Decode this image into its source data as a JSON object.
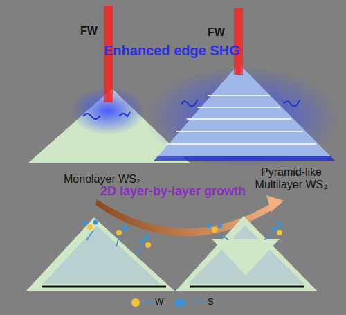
{
  "diagram": {
    "labels": [
      "FW",
      "FW",
      "Enhanced edge SHG",
      "Monolayer WS₂",
      "Pyramid-like Multilayer WS₂",
      "2D layer-by-layer growth"
    ],
    "legend": [
      {
        "text": "W",
        "color": "#f2c230"
      },
      {
        "text": "S",
        "color": "#3d93d8"
      }
    ]
  }
}
